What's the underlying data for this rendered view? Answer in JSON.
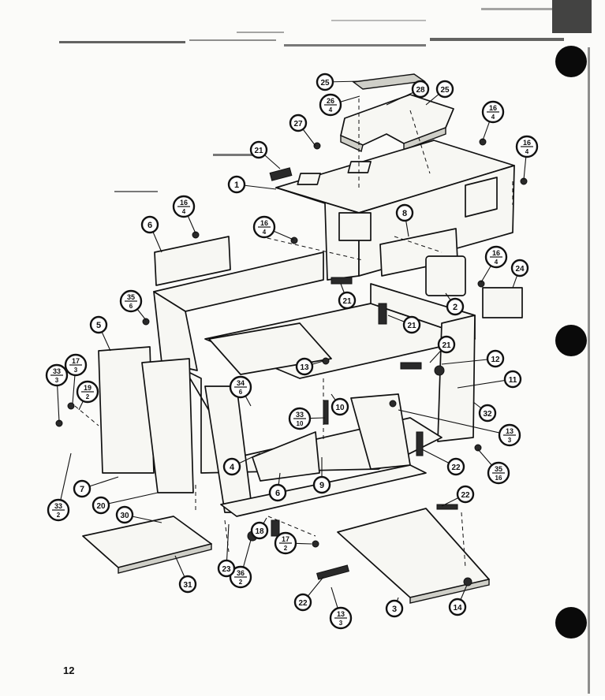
{
  "page_number": "12",
  "colors": {
    "ink": "#111111",
    "paper": "#fbfbf9",
    "shade": "#cfcfc8",
    "punch_hole": "#0a0a0a"
  },
  "callouts": [
    {
      "id": "c25a",
      "label": "25"
    },
    {
      "id": "c26a",
      "label": "26",
      "sub": "4"
    },
    {
      "id": "c28",
      "label": "28"
    },
    {
      "id": "c25b",
      "label": "25"
    },
    {
      "id": "c27",
      "label": "27"
    },
    {
      "id": "c16a",
      "label": "16",
      "sub": "4"
    },
    {
      "id": "c16b",
      "label": "16",
      "sub": "4"
    },
    {
      "id": "c21a",
      "label": "21"
    },
    {
      "id": "c1",
      "label": "1"
    },
    {
      "id": "c16c",
      "label": "16",
      "sub": "4"
    },
    {
      "id": "c6a",
      "label": "6"
    },
    {
      "id": "c16d",
      "label": "16",
      "sub": "4"
    },
    {
      "id": "c8a",
      "label": "8"
    },
    {
      "id": "c16e",
      "label": "16",
      "sub": "4"
    },
    {
      "id": "c24",
      "label": "24"
    },
    {
      "id": "c2",
      "label": "2"
    },
    {
      "id": "c21b",
      "label": "21"
    },
    {
      "id": "c35a",
      "label": "35",
      "sub": "6"
    },
    {
      "id": "c21c",
      "label": "21"
    },
    {
      "id": "c5",
      "label": "5"
    },
    {
      "id": "c21d",
      "label": "21"
    },
    {
      "id": "c12",
      "label": "12"
    },
    {
      "id": "c13a",
      "label": "13"
    },
    {
      "id": "c11",
      "label": "11"
    },
    {
      "id": "c17a",
      "label": "17",
      "sub": "3"
    },
    {
      "id": "c33a",
      "label": "33",
      "sub": "3"
    },
    {
      "id": "c19",
      "label": "19",
      "sub": "2"
    },
    {
      "id": "c34",
      "label": "34",
      "sub": "6"
    },
    {
      "id": "c10",
      "label": "10"
    },
    {
      "id": "c32",
      "label": "32"
    },
    {
      "id": "c33b",
      "label": "33",
      "sub": "10"
    },
    {
      "id": "c13b",
      "label": "13",
      "sub": "3"
    },
    {
      "id": "c35b",
      "label": "35",
      "sub": "16"
    },
    {
      "id": "c4",
      "label": "4"
    },
    {
      "id": "c6b",
      "label": "6"
    },
    {
      "id": "c9",
      "label": "9"
    },
    {
      "id": "c22a",
      "label": "22"
    },
    {
      "id": "c7",
      "label": "7"
    },
    {
      "id": "c20",
      "label": "20"
    },
    {
      "id": "c30",
      "label": "30"
    },
    {
      "id": "c33c",
      "label": "33",
      "sub": "2"
    },
    {
      "id": "c22b",
      "label": "22"
    },
    {
      "id": "c18",
      "label": "18"
    },
    {
      "id": "c17b",
      "label": "17",
      "sub": "2"
    },
    {
      "id": "c36",
      "label": "36",
      "sub": "2"
    },
    {
      "id": "c23",
      "label": "23"
    },
    {
      "id": "c31",
      "label": "31"
    },
    {
      "id": "c22c",
      "label": "22"
    },
    {
      "id": "c3",
      "label": "3"
    },
    {
      "id": "c14",
      "label": "14"
    },
    {
      "id": "c13c",
      "label": "13",
      "sub": "3"
    }
  ]
}
